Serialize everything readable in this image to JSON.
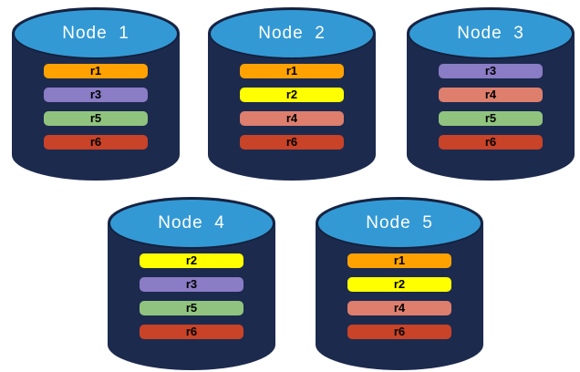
{
  "nodes": [
    {
      "label": "Node  1",
      "replicas": [
        "r1",
        "r3",
        "r5",
        "r6"
      ]
    },
    {
      "label": "Node  2",
      "replicas": [
        "r1",
        "r2",
        "r4",
        "r6"
      ]
    },
    {
      "label": "Node  3",
      "replicas": [
        "r3",
        "r4",
        "r5",
        "r6"
      ]
    },
    {
      "label": "Node  4",
      "replicas": [
        "r2",
        "r3",
        "r5",
        "r6"
      ]
    },
    {
      "label": "Node  5",
      "replicas": [
        "r1",
        "r2",
        "r4",
        "r6"
      ]
    }
  ],
  "colors": {
    "cylinder_body": "#1C2A4E",
    "cylinder_top": "#3399D5",
    "cylinder_outline": "#14203C",
    "title_text": "#FFFFFF",
    "replica_label_text": "#000000",
    "replica_colors": {
      "r1": "#FFA200",
      "r2": "#FFFF00",
      "r3": "#8A7CC5",
      "r4": "#DE7E6D",
      "r5": "#90C47E",
      "r6": "#C84327"
    }
  }
}
